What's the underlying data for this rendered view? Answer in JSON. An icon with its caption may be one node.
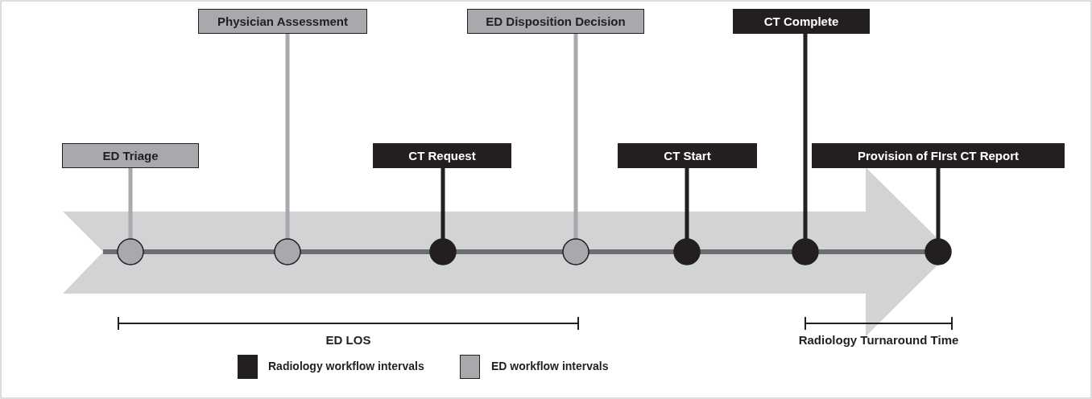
{
  "diagram": {
    "nodes": [
      {
        "text": [
          "ED Triage"
        ]
      },
      {
        "text": [
          "Physician Assessment"
        ]
      },
      {
        "text": [
          "CT Request"
        ]
      },
      {
        "text": [
          "ED Disposition Decision"
        ]
      },
      {
        "text": [
          "CT Start"
        ]
      },
      {
        "text": [
          "CT Complete"
        ]
      },
      {
        "text": [
          "Provision of FIrst CT Report"
        ]
      },
      {
        "text": [],
        "shape": "circle"
      },
      {
        "text": [],
        "shape": "circle"
      },
      {
        "text": [],
        "shape": "circle"
      },
      {
        "text": [],
        "shape": "circle"
      },
      {
        "text": [],
        "shape": "circle"
      },
      {
        "text": [],
        "shape": "circle"
      },
      {
        "text": [],
        "shape": "circle"
      }
    ],
    "edges": [
      {
        "from": 0,
        "to": 7,
        "arrow": "none",
        "color": "#a7a9ac"
      },
      {
        "from": 1,
        "to": 8,
        "arrow": "none",
        "color": "#a7a9ac"
      },
      {
        "from": 2,
        "to": 9,
        "arrow": "none"
      },
      {
        "from": 3,
        "to": 10,
        "arrow": "none",
        "color": "#a7a9ac"
      },
      {
        "from": 4,
        "to": 11,
        "arrow": "none"
      },
      {
        "from": 5,
        "to": 12,
        "arrow": "none"
      },
      {
        "from": 6,
        "to": 13,
        "arrow": "none"
      },
      {
        "from": 7,
        "to": 8,
        "arrow": "none",
        "color": "#6d6e71"
      },
      {
        "from": 8,
        "to": 9,
        "arrow": "none",
        "color": "#6d6e71"
      },
      {
        "from": 9,
        "to": 10,
        "arrow": "none",
        "color": "#6d6e71"
      },
      {
        "from": 10,
        "to": 11,
        "arrow": "none",
        "color": "#6d6e71"
      },
      {
        "from": 11,
        "to": 12,
        "arrow": "none",
        "color": "#6d6e71"
      },
      {
        "from": 12,
        "to": 13,
        "arrow": "none",
        "color": "#6d6e71"
      }
    ],
    "labels": [
      "ED LOS",
      "Radiology Turnaround Time"
    ],
    "legend": [
      {
        "text": "Radiology workflow intervals",
        "color": "#231f20"
      },
      {
        "text": "ED workflow intervals",
        "color": "#a7a9ac"
      }
    ]
  }
}
